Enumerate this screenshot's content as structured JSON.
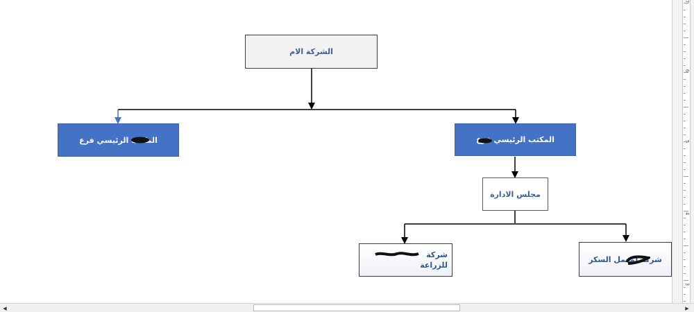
{
  "diagram": {
    "root": "الشركة الام",
    "office_left": "المكتب الرئيسي فرع",
    "office_right": "المكتب الرئيسي فرع",
    "board": "مجلس الادارة",
    "company_agri_line1": "شركة",
    "company_agri_line2": "للزراعة",
    "company_sugar": "شركة لمعمل السكر"
  },
  "ruler": {
    "numbers": [
      "7",
      "6",
      "5",
      "4",
      "3"
    ]
  },
  "colors": {
    "accent_blue": "#4472c4",
    "text_blue": "#3b5f9a",
    "connector": "#000000"
  }
}
